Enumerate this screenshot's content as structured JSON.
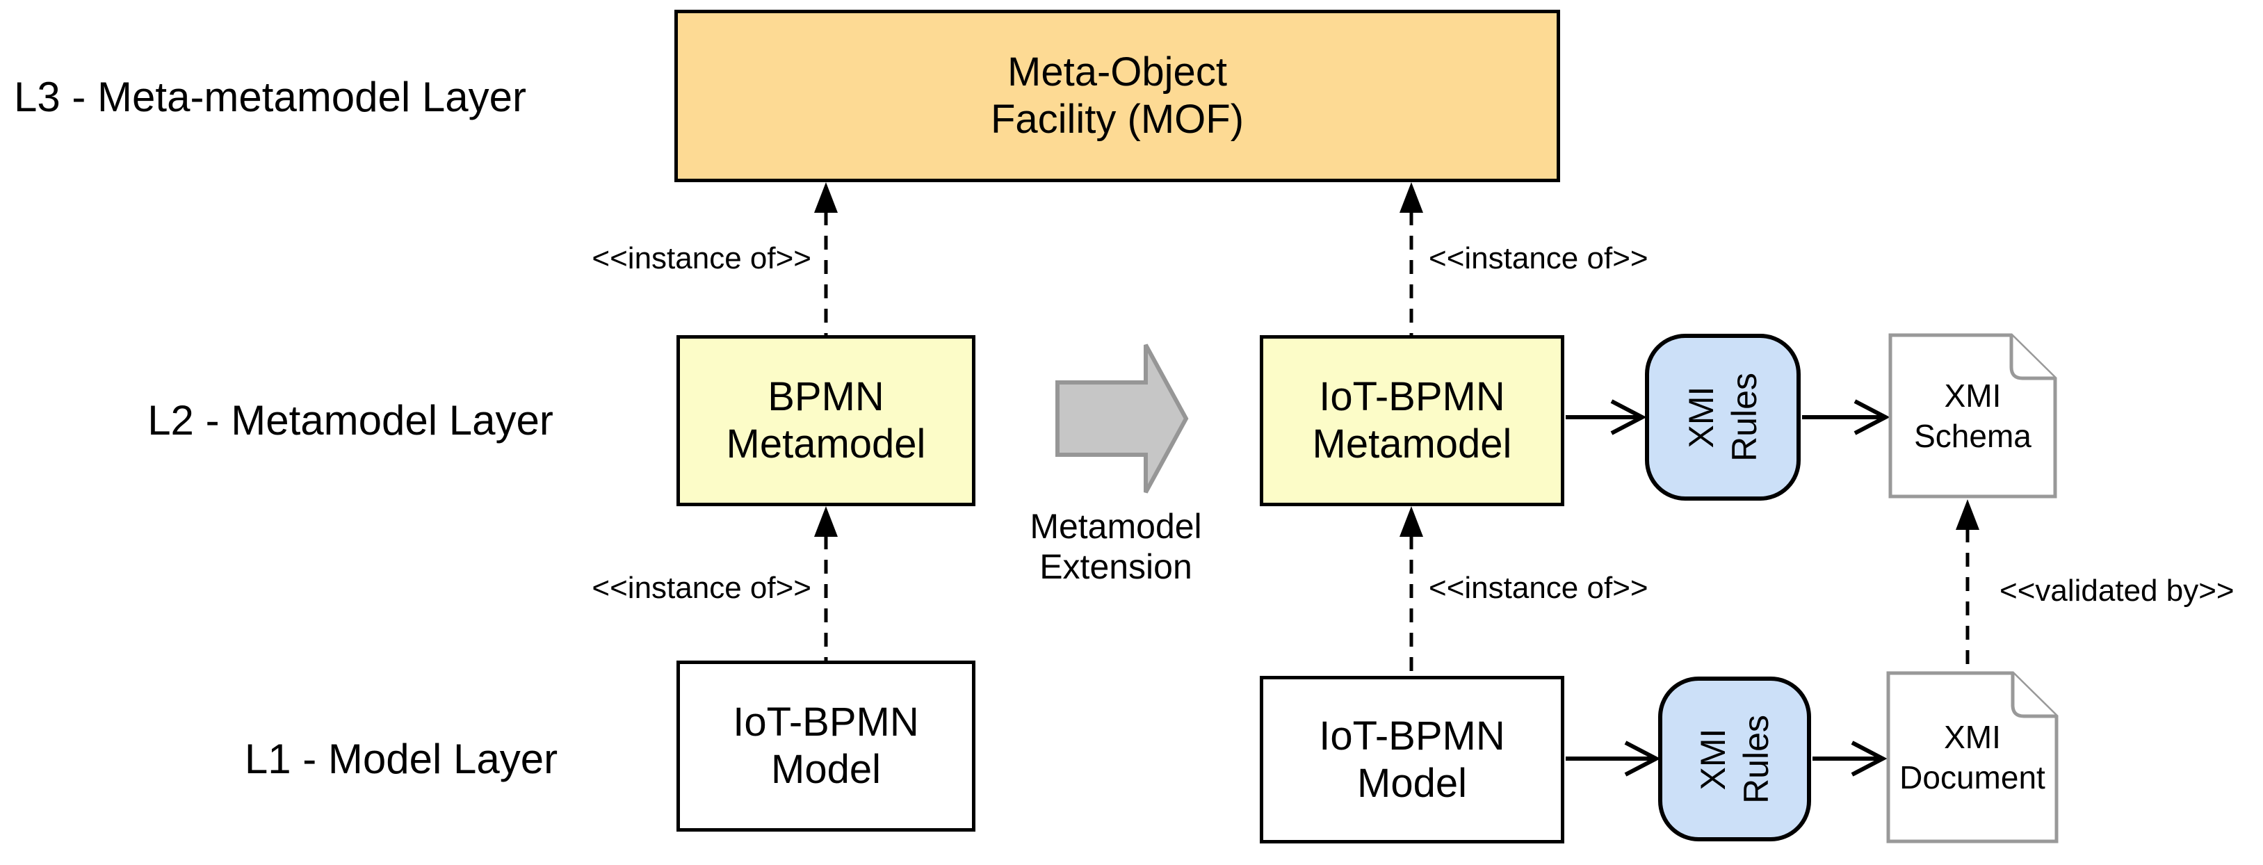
{
  "layers": {
    "l3": "L3 - Meta-metamodel Layer",
    "l2": "L2 - Metamodel Layer",
    "l1": "L1 - Model Layer"
  },
  "nodes": {
    "mof": "Meta-Object\nFacility (MOF)",
    "bpmn_metamodel": "BPMN\nMetamodel",
    "iot_bpmn_metamodel": "IoT-BPMN\nMetamodel",
    "xmi_rules_top": "XMI\nRules",
    "xmi_schema": "XMI\nSchema",
    "iot_bpmn_model_left": "IoT-BPMN\nModel",
    "iot_bpmn_model_right": "IoT-BPMN\nModel",
    "xmi_rules_bottom": "XMI\nRules",
    "xmi_document": "XMI\nDocument"
  },
  "annotations": {
    "instance_of_top_left": "<<instance of>>",
    "instance_of_top_right": "<<instance of>>",
    "instance_of_bottom_left": "<<instance of>>",
    "instance_of_bottom_right": "<<instance of>>",
    "validated_by": "<<validated by>>",
    "metamodel_extension": "Metamodel\nExtension"
  },
  "colors": {
    "mof_fill": "#FDDA94",
    "metamodel_fill": "#FCFCC8",
    "rules_fill": "#CCE0F8",
    "model_fill": "#FFFFFF",
    "document_stroke": "#999999",
    "block_arrow_fill": "#C6C6C6",
    "block_arrow_stroke": "#969696",
    "line_color": "#000000"
  }
}
